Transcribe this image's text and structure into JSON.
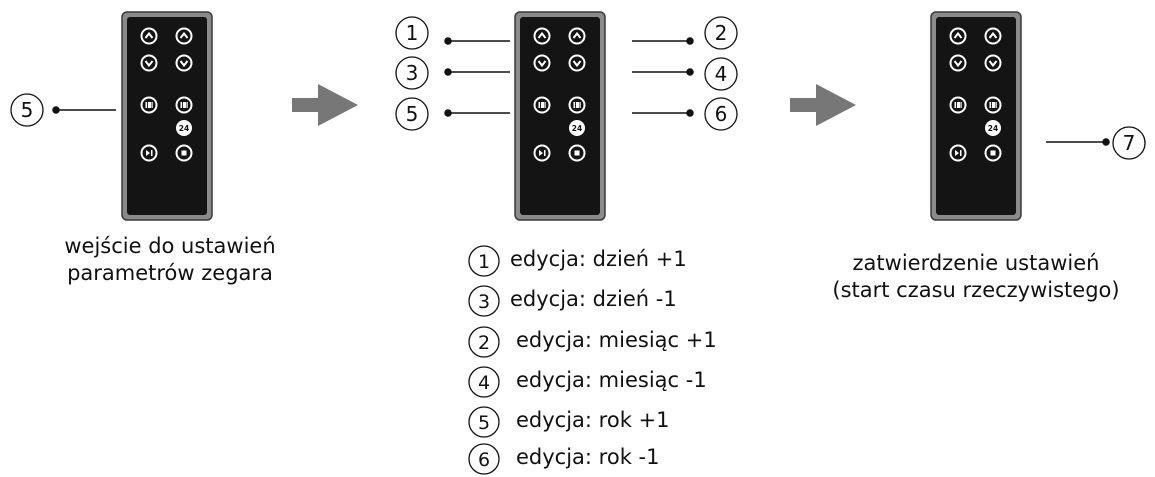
{
  "panels": [
    {
      "caption_lines": [
        "wejście do ustawień",
        "parametrów zegara"
      ],
      "callouts_left": [
        "5"
      ],
      "callouts_right": []
    },
    {
      "caption_lines": [],
      "callouts_left": [
        "1",
        "3",
        "5"
      ],
      "callouts_right": [
        "2",
        "4",
        "6"
      ]
    },
    {
      "caption_lines": [
        "zatwierdzenie ustawień",
        "(start czasu rzeczywistego)"
      ],
      "callouts_left": [],
      "callouts_right": [
        "7"
      ]
    }
  ],
  "remote": {
    "buttons": [
      "up",
      "up",
      "down",
      "down",
      "prev",
      "prev",
      "24",
      "next",
      "stop"
    ],
    "button_24_label": "24"
  },
  "colors": {
    "bezel": "#8a8a8a",
    "face": "#141414",
    "button_ring": "#ffffff",
    "arrow": "#777777",
    "ink": "#111111"
  },
  "legend": [
    {
      "number": "1",
      "text": "edycja: dzień +1"
    },
    {
      "number": "3",
      "text": "edycja: dzień -1"
    },
    {
      "number": "2",
      "text": "edycja: miesiąc +1"
    },
    {
      "number": "4",
      "text": "edycja: miesiąc -1"
    },
    {
      "number": "5",
      "text": "edycja: rok +1"
    },
    {
      "number": "6",
      "text": "edycja: rok -1"
    }
  ]
}
